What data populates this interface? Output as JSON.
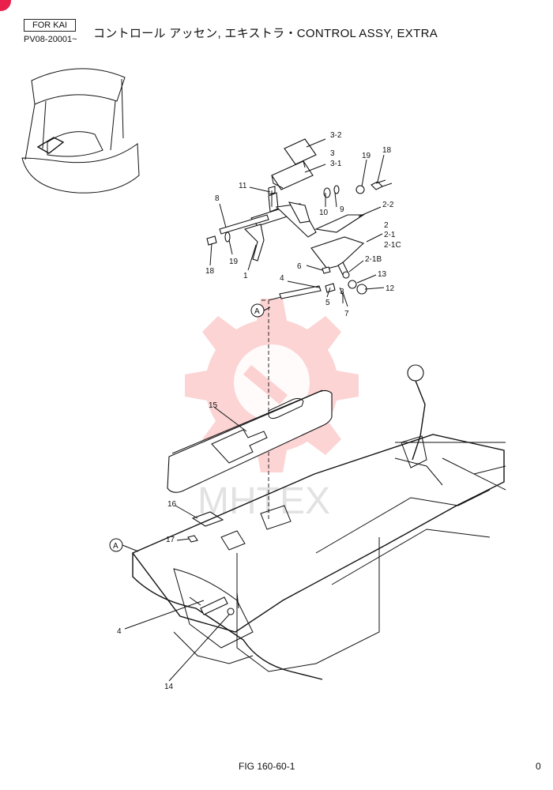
{
  "header": {
    "tag": "FOR KAI",
    "serial": "PV08-20001~",
    "title": "コントロール アッセン, エキストラ・CONTROL ASSY, EXTRA"
  },
  "callouts": {
    "c3_2": "3-2",
    "c3": "3",
    "c3_1": "3-1",
    "c19a": "19",
    "c18a": "18",
    "c11": "11",
    "c8": "8",
    "c10": "10",
    "c9": "9",
    "c2_2": "2-2",
    "c2": "2",
    "c2_1": "2-1",
    "c2_1c": "2-1C",
    "c18b": "18",
    "c19b": "19",
    "c1": "1",
    "c6": "6",
    "c2_1b": "2-1B",
    "c13": "13",
    "c4a": "4",
    "c5": "5",
    "c3b": "3",
    "c7": "7",
    "c12": "12",
    "c15": "15",
    "c16": "16",
    "c17": "17",
    "c4b": "4",
    "c14": "14",
    "refA1": "A",
    "refA2": "A"
  },
  "watermark": {
    "text": "MHTEX",
    "color": "#f03b3b"
  },
  "footer": {
    "figure": "FIG 160-60-1",
    "page": "0"
  }
}
